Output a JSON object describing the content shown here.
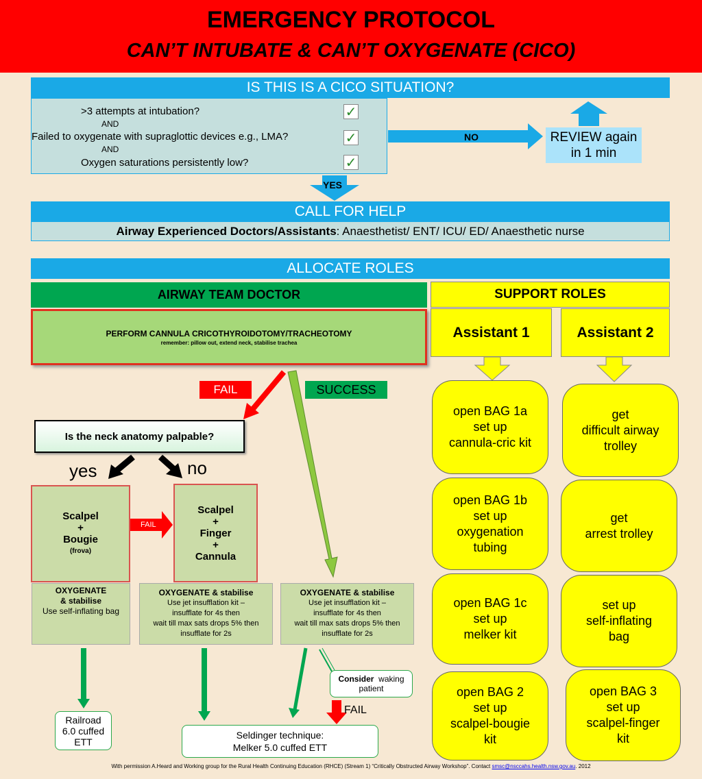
{
  "header": {
    "title_line1": "EMERGENCY PROTOCOL",
    "title_line2": "CAN’T INTUBATE & CAN’T OXYGENATE (CICO)"
  },
  "cico_question": {
    "heading": "IS THIS IS A CICO SITUATION?",
    "criteria": [
      ">3 attempts at intubation?",
      "Failed to oxygenate with supraglottic devices e.g., LMA?",
      "Oxygen saturations persistently low?"
    ],
    "connector": "AND",
    "no_label": "NO",
    "yes_label": "YES",
    "review_line1": "REVIEW again",
    "review_line2": "in 1 min"
  },
  "call_for_help": {
    "heading": "CALL FOR HELP",
    "bold_part": "Airway Experienced Doctors/Assistants",
    "rest": ": Anaesthetist/ ENT/ ICU/ ED/ Anaesthetic nurse"
  },
  "allocate_roles": {
    "heading": "ALLOCATE ROLES"
  },
  "airway_team": {
    "heading": "AIRWAY TEAM DOCTOR",
    "procedure": "PERFORM  CANNULA  CRICOTHYROIDOTOMY/TRACHEOTOMY",
    "reminder": "remember: pillow out, extend neck, stabilise trachea",
    "fail_label": "FAIL",
    "success_label": "SUCCESS",
    "question": "Is the neck anatomy palpable?",
    "yes": "yes",
    "no": "no",
    "scalpel_bougie": {
      "line1": "Scalpel",
      "plus": "+",
      "line2": "Bougie",
      "note": "(frova)"
    },
    "scalpel_finger": {
      "line1": "Scalpel",
      "plus": "+",
      "line2": "Finger",
      "line3": "Cannula"
    },
    "inner_fail": "FAIL",
    "oxy_left": {
      "title": "OXYGENATE",
      "title2": "& stabilise",
      "body": "Use self-inflating bag"
    },
    "oxy_mid": {
      "title": "OXYGENATE & stabilise",
      "body": [
        "Use jet insufflation kit –",
        "insufflate for 4s then",
        "wait till max sats drops 5% then",
        "insufflate for 2s"
      ]
    },
    "oxy_right": {
      "title": "OXYGENATE & stabilise",
      "body": [
        "Use jet insufflation kit –",
        "insufflate for 4s then",
        "wait till max sats drops 5% then",
        "insufflate for 2s"
      ]
    },
    "consider_bold": "Consider",
    "consider_rest": "waking",
    "consider_line2": "patient",
    "fail_bottom": "FAIL",
    "railroad": [
      "Railroad",
      "6.0 cuffed",
      "ETT"
    ],
    "seldinger": [
      "Seldinger technique:",
      "Melker 5.0 cuffed ETT"
    ]
  },
  "support_roles": {
    "heading": "SUPPORT ROLES",
    "assistant1": "Assistant 1",
    "assistant2": "Assistant 2",
    "a1_tasks": [
      [
        "open BAG 1a",
        "set up",
        "cannula-cric kit"
      ],
      [
        "open BAG 1b",
        "set up",
        "oxygenation",
        "tubing"
      ],
      [
        "open BAG 1c",
        "set up",
        "melker kit"
      ],
      [
        "open BAG 2",
        "set up",
        "scalpel-bougie",
        "kit"
      ]
    ],
    "a2_tasks": [
      [
        "get",
        "difficult airway",
        "trolley"
      ],
      [
        "get",
        "arrest trolley"
      ],
      [
        "set up",
        "self-inflating",
        "bag"
      ],
      [
        "open BAG 3",
        "set up",
        "scalpel-finger",
        "kit"
      ]
    ]
  },
  "footer": {
    "text": "With permission A.Heard and Working group for the Rural Health Continuing Education (RHCE) (Stream 1) “Critically Obstructed Airway Workshop”. Contact ",
    "email": "smsc@nsccahs.health.nsw.gov.au",
    "year": ". 2012"
  },
  "colors": {
    "red": "#ff0000",
    "blue": "#1aa9e6",
    "green": "#00a650",
    "yellow": "#ffff00"
  }
}
